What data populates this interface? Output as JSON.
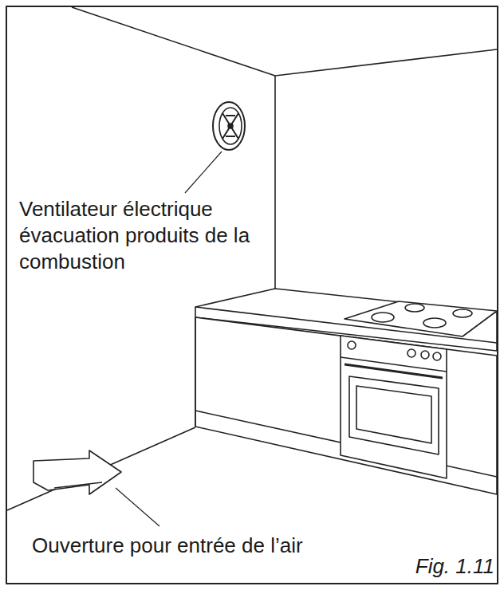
{
  "diagram": {
    "labels": [
      "Ventilateur électrique évacuation produits de la combustion",
      "Ouverture pour entrée de l’air",
      "Fig. 1.11"
    ]
  }
}
